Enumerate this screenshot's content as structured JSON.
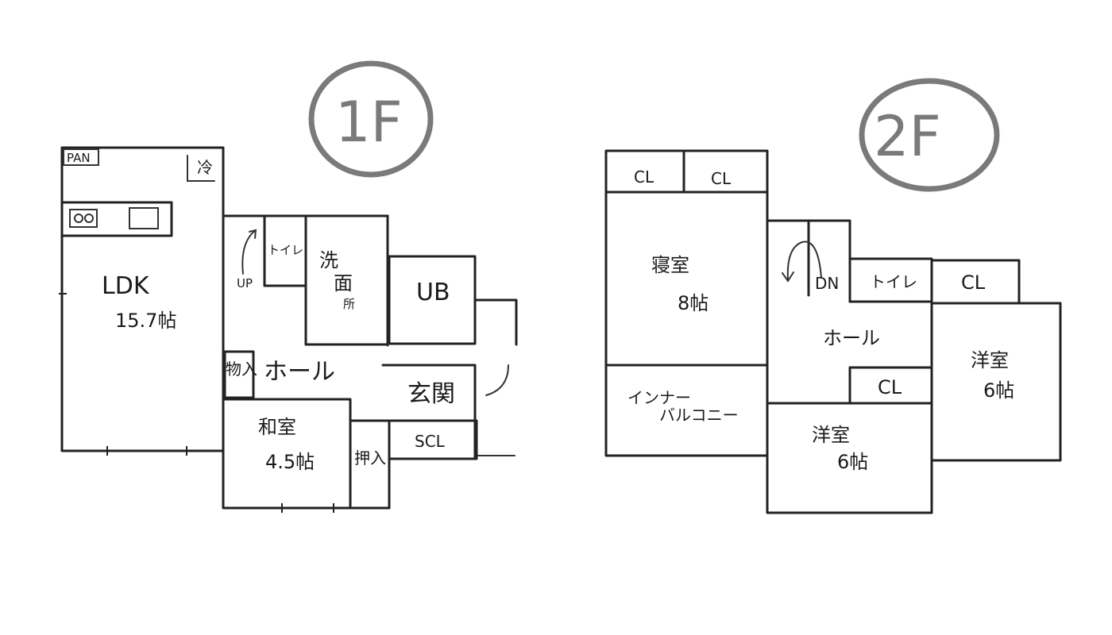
{
  "floor1": {
    "label": "1F",
    "rooms": {
      "pantry": "PAN",
      "fridge": "冷",
      "ldk": "LDK",
      "ldk_size": "15.7帖",
      "stair_up": "UP",
      "toilet": "トイレ",
      "washroom_1": "洗",
      "washroom_2": "面",
      "washroom_3": "所",
      "bath": "UB",
      "storage": "物入",
      "hall": "ホール",
      "entrance": "玄関",
      "japanese_room": "和室",
      "japanese_size": "4.5帖",
      "closet": "押入",
      "shoe_closet": "SCL"
    }
  },
  "floor2": {
    "label": "2F",
    "rooms": {
      "cl_a": "CL",
      "cl_b": "CL",
      "bedroom": "寝室",
      "bedroom_size": "8帖",
      "stair_down": "DN",
      "toilet": "トイレ",
      "cl_c": "CL",
      "hall": "ホール",
      "cl_d": "CL",
      "western_right": "洋室",
      "western_right_size": "6帖",
      "inner_balcony_1": "インナー",
      "inner_balcony_2": "バルコニー",
      "western_bottom": "洋室",
      "western_bottom_size": "6帖"
    }
  }
}
